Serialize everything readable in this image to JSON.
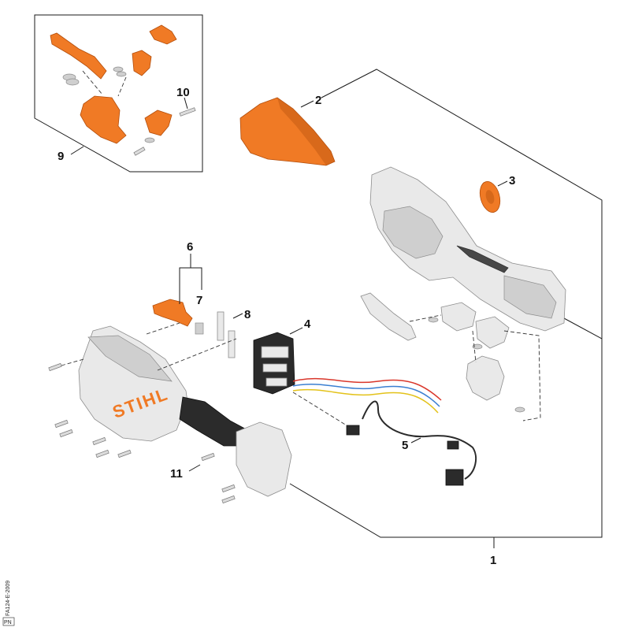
{
  "diagram": {
    "logo_text": "STIHL",
    "side_code": "FA124-E-2009",
    "side_box": "PN",
    "callouts": {
      "c1": "1",
      "c2": "2",
      "c3": "3",
      "c4": "4",
      "c5": "5",
      "c6": "6",
      "c7": "7",
      "c8": "8",
      "c9": "9",
      "c10": "10",
      "c11": "11"
    },
    "colors": {
      "orange": "#f07a25",
      "grey": "#e9e9e9",
      "black": "#2b2b2b",
      "wire_red": "#d9372b",
      "wire_blue": "#3b7fd1",
      "wire_yellow": "#e3c21a"
    }
  }
}
